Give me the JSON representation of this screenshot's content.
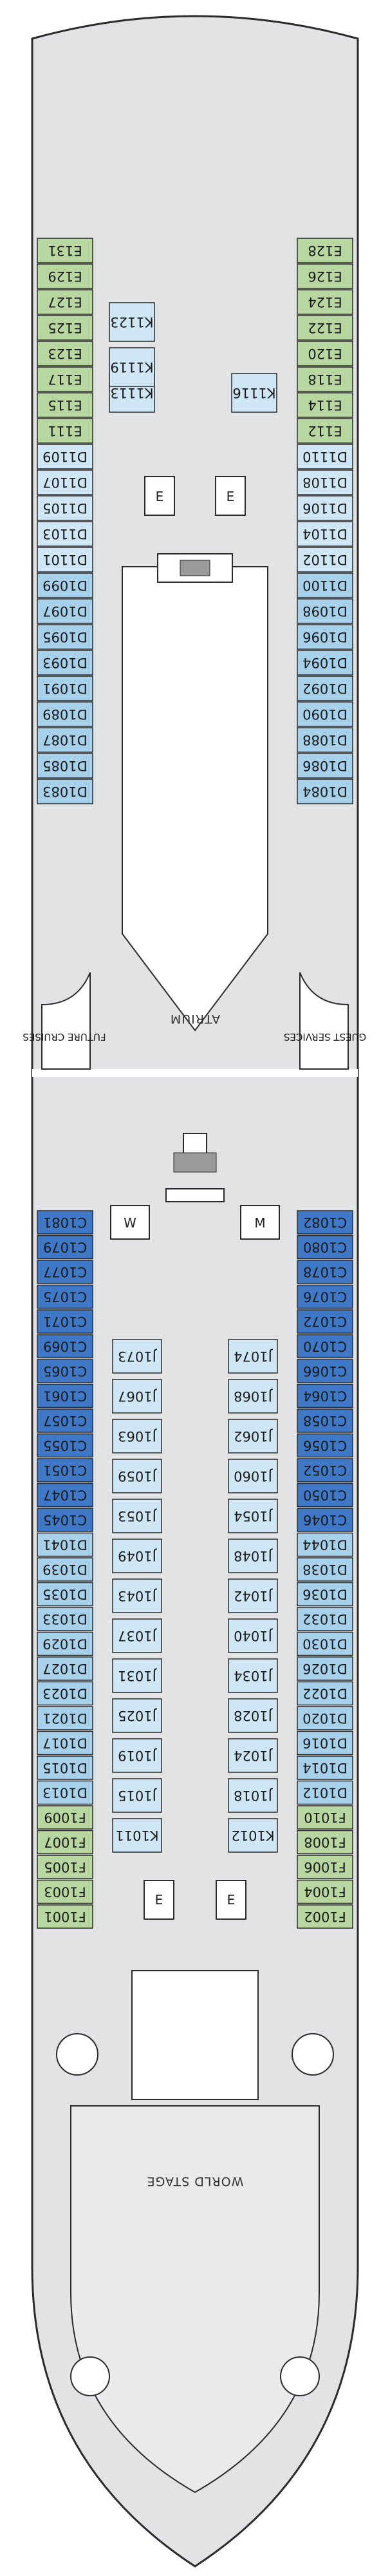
{
  "colors": {
    "hull": "#e2e3e5",
    "outline": "#2b2b2b",
    "verandah": "#b8d6a0",
    "ocean_view": "#cfe7f5",
    "interior": "#a7d0ea",
    "suite": "#3f78c6",
    "stair": "#ffffff"
  },
  "labels": {
    "atrium": "ATRIUM",
    "future_cruises": "FUTURE CRUISES",
    "guest_services": "GUEST SERVICES",
    "world_stage": "WORLD STAGE",
    "elevator": "E",
    "restroom_women": "W",
    "restroom_men": "M"
  },
  "sections": {
    "fwd_left": [
      {
        "id": "E131",
        "type": "verandah"
      },
      {
        "id": "E129",
        "type": "verandah"
      },
      {
        "id": "E127",
        "type": "verandah"
      },
      {
        "id": "E125",
        "type": "verandah"
      },
      {
        "id": "E123",
        "type": "verandah"
      },
      {
        "id": "E117",
        "type": "verandah"
      },
      {
        "id": "E115",
        "type": "verandah"
      },
      {
        "id": "E111",
        "type": "verandah"
      },
      {
        "id": "D1109",
        "type": "ocean_view"
      },
      {
        "id": "D1107",
        "type": "ocean_view"
      },
      {
        "id": "D1105",
        "type": "ocean_view"
      },
      {
        "id": "D1103",
        "type": "ocean_view"
      },
      {
        "id": "D1101",
        "type": "ocean_view"
      },
      {
        "id": "D1099",
        "type": "interior"
      },
      {
        "id": "D1097",
        "type": "interior"
      },
      {
        "id": "D1095",
        "type": "interior"
      },
      {
        "id": "D1093",
        "type": "interior"
      },
      {
        "id": "D1091",
        "type": "interior"
      },
      {
        "id": "D1089",
        "type": "interior"
      },
      {
        "id": "D1087",
        "type": "interior"
      },
      {
        "id": "D1085",
        "type": "interior"
      },
      {
        "id": "D1083",
        "type": "interior"
      }
    ],
    "fwd_right": [
      {
        "id": "E128",
        "type": "verandah"
      },
      {
        "id": "E126",
        "type": "verandah"
      },
      {
        "id": "E124",
        "type": "verandah"
      },
      {
        "id": "E122",
        "type": "verandah"
      },
      {
        "id": "E120",
        "type": "verandah"
      },
      {
        "id": "E118",
        "type": "verandah"
      },
      {
        "id": "E114",
        "type": "verandah"
      },
      {
        "id": "E112",
        "type": "verandah"
      },
      {
        "id": "D1110",
        "type": "ocean_view"
      },
      {
        "id": "D1108",
        "type": "ocean_view"
      },
      {
        "id": "D1106",
        "type": "ocean_view"
      },
      {
        "id": "D1104",
        "type": "ocean_view"
      },
      {
        "id": "D1102",
        "type": "ocean_view"
      },
      {
        "id": "D1100",
        "type": "interior"
      },
      {
        "id": "D1098",
        "type": "interior"
      },
      {
        "id": "D1096",
        "type": "interior"
      },
      {
        "id": "D1094",
        "type": "interior"
      },
      {
        "id": "D1092",
        "type": "interior"
      },
      {
        "id": "D1090",
        "type": "interior"
      },
      {
        "id": "D1088",
        "type": "interior"
      },
      {
        "id": "D1086",
        "type": "interior"
      },
      {
        "id": "D1084",
        "type": "interior"
      }
    ],
    "fwd_inner": [
      "K1113",
      "K1119",
      "K1123",
      "K1116"
    ],
    "aft_left": [
      "C1081",
      "C1079",
      "C1077",
      "C1075",
      "C1071",
      "C1069",
      "C1065",
      "C1061",
      "C1057",
      "C1055",
      "C1051",
      "C1047",
      "C1045",
      "D1041",
      "D1039",
      "D1035",
      "D1033",
      "D1029",
      "D1027",
      "D1023",
      "D1021",
      "D1017",
      "D1015",
      "D1013",
      "F1009",
      "F1007",
      "F1005",
      "F1003",
      "F1001"
    ],
    "aft_right": [
      "C1082",
      "C1080",
      "C1078",
      "C1076",
      "C1072",
      "C1070",
      "C1066",
      "C1064",
      "C1058",
      "C1056",
      "C1052",
      "C1050",
      "C1046",
      "D1044",
      "D1038",
      "D1036",
      "D1032",
      "D1030",
      "D1026",
      "D1022",
      "D1020",
      "D1016",
      "D1014",
      "D1012",
      "F1010",
      "F1008",
      "F1006",
      "F1004",
      "F1002"
    ],
    "aft_inner_left": [
      "J1073",
      "J1067",
      "J1063",
      "J1059",
      "J1053",
      "J1049",
      "J1043",
      "J1037",
      "J1031",
      "J1025",
      "J1019",
      "J1015",
      "K1011"
    ],
    "aft_inner_right": [
      "J1074",
      "J1068",
      "J1062",
      "J1060",
      "J1054",
      "J1048",
      "J1042",
      "J1040",
      "J1034",
      "J1028",
      "J1024",
      "J1018",
      "K1012"
    ]
  }
}
